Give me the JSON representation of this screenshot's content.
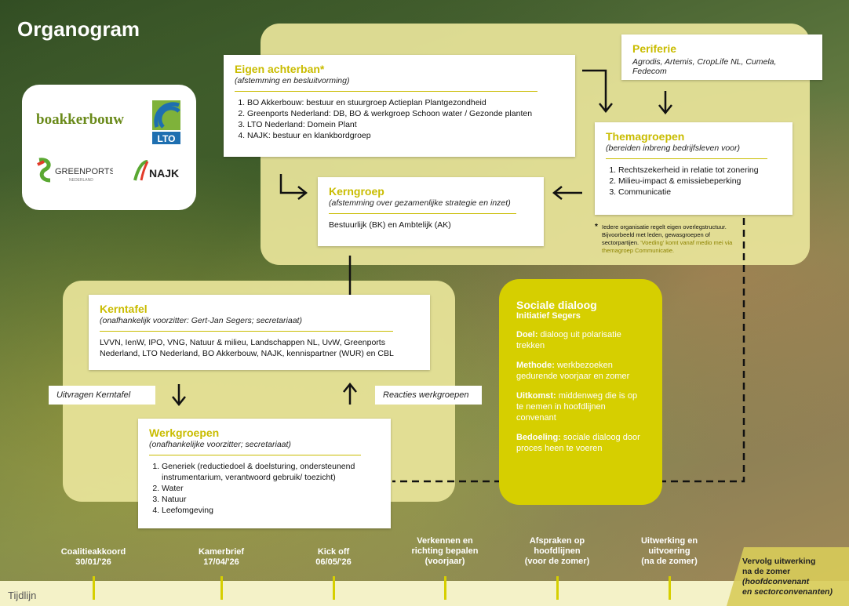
{
  "title": "Organogram",
  "logos": {
    "bo_akkerbouw": "boakkerbouw",
    "lto": "LTO",
    "greenports": "GREENPORTS",
    "greenports_sub": "NEDERLAND",
    "najk": "NAJK"
  },
  "eigen_achterban": {
    "title": "Eigen achterban*",
    "subtitle": "(afstemming en besluitvorming)",
    "items": [
      "BO Akkerbouw: bestuur en stuurgroep Actieplan Plantgezondheid",
      "Greenports Nederland: DB, BO & werkgroep Schoon water / Gezonde planten",
      "LTO Nederland: Domein Plant",
      "NAJK: bestuur en  klankbordgroep"
    ]
  },
  "periferie": {
    "title": "Periferie",
    "body": "Agrodis, Artemis, CropLife NL, Cumela, Fedecom"
  },
  "themagroepen": {
    "title": "Themagroepen",
    "subtitle": "(bereiden inbreng bedrijfsleven voor)",
    "items": [
      "Rechtszekerheid in relatie tot zonering",
      "Milieu-impact & emissiebeperking",
      "Communicatie"
    ]
  },
  "kerngroep": {
    "title": "Kerngroep",
    "subtitle": "(afstemming over gezamenlijke strategie en inzet)",
    "body": "Bestuurlijk (BK) en Ambtelijk (AK)"
  },
  "footnote": {
    "star": "*",
    "text1": "Iedere organisatie regelt eigen overlegstructuur. Bijvoorbeeld met leden, gewasgroepen of sectorpartijen. ",
    "highlight": "'Voeding' komt vanaf medio mei via themagroep Communicatie."
  },
  "kerntafel": {
    "title": "Kerntafel",
    "subtitle": "(onafhankelijk voorzitter: Gert-Jan Segers; secretariaat)",
    "body": "LVVN, IenW, IPO, VNG, Natuur & milieu, Landschappen NL, UvW, Greenports Nederland, LTO Nederland, BO Akkerbouw, NAJK, kennispartner (WUR) en CBL"
  },
  "uitvragen": "Uitvragen Kerntafel",
  "reacties": "Reacties werkgroepen",
  "werkgroepen": {
    "title": "Werkgroepen",
    "subtitle": "(onafhankelijke voorzitter; secretariaat)",
    "items": [
      "Generiek (reductiedoel & doelsturing, ondersteunend instrumentarium, verantwoord gebruik/ toezicht)",
      "Water",
      "Natuur",
      "Leefomgeving"
    ]
  },
  "sociale_dialoog": {
    "title": "Sociale dialoog",
    "subtitle": "Initiatief Segers",
    "doel_label": "Doel:",
    "doel": " dialoog uit polarisatie trekken",
    "methode_label": "Methode:",
    "methode": " werkbezoeken gedurende voorjaar en zomer",
    "uitkomst_label": "Uitkomst:",
    "uitkomst": " middenweg die is op te nemen in hoofdlijnen convenant",
    "bedoeling_label": "Bedoeling:",
    "bedoeling": " sociale dialoog door proces heen te voeren"
  },
  "timeline": {
    "label": "Tijdlijn",
    "milestones": [
      {
        "line1": "Coalitieakkoord",
        "line2": "30/01/'26",
        "line3": ""
      },
      {
        "line1": "Kamerbrief",
        "line2": "17/04/'26",
        "line3": ""
      },
      {
        "line1": "Kick off",
        "line2": "06/05/'26",
        "line3": ""
      },
      {
        "line1": "Verkennen en",
        "line2": "richting bepalen",
        "line3": "(voorjaar)"
      },
      {
        "line1": "Afspraken op",
        "line2": "hoofdlijnen",
        "line3": "(voor de zomer)"
      },
      {
        "line1": "Uitwerking en",
        "line2": "uitvoering",
        "line3": "(na de zomer)"
      }
    ],
    "final": {
      "line1": "Vervolg uitwerking",
      "line2": "na de zomer",
      "line3": "(hoofdconvenant",
      "line4": "en sectorconvenanten)"
    }
  },
  "colors": {
    "accent": "#d6cf00",
    "panel": "#e8e49a",
    "title_yellow": "#c9bc00"
  }
}
